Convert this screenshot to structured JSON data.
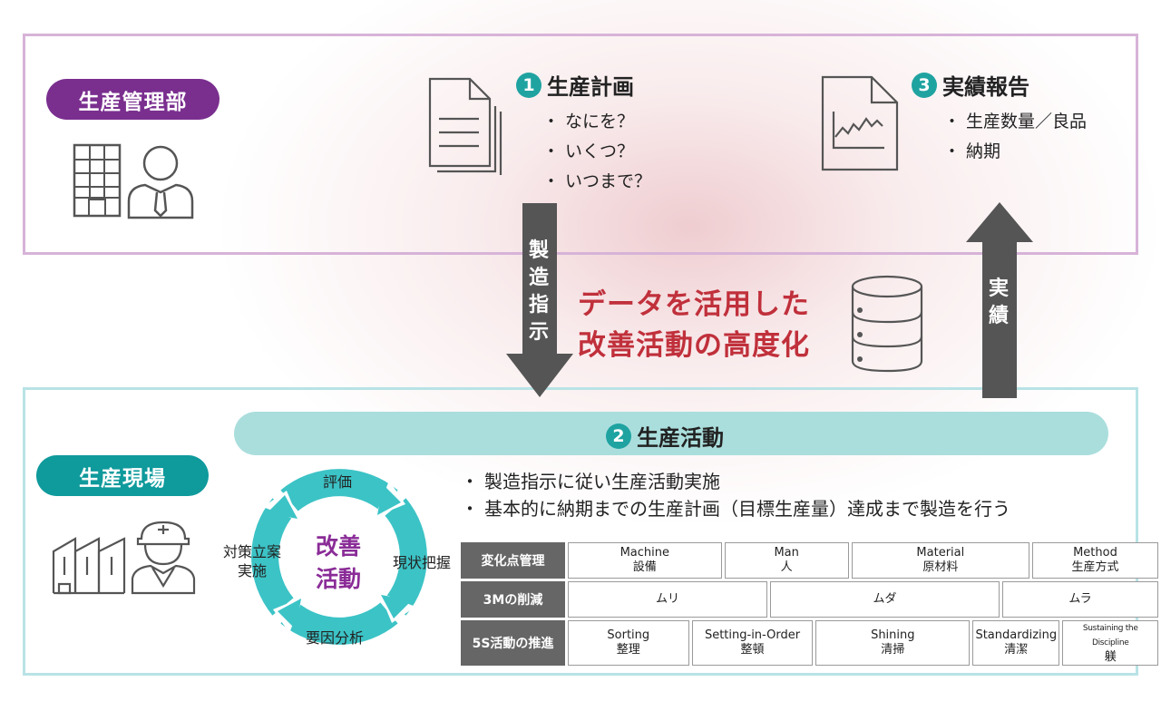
{
  "departments": {
    "management": "生産管理部",
    "site": "生産現場"
  },
  "plan": {
    "number": "1",
    "title": "生産計画",
    "bullets": [
      "なにを？",
      "いくつ？",
      "いつまで？"
    ]
  },
  "report": {
    "number": "3",
    "title": "実績報告",
    "bullets": [
      "生産数量／良品",
      "納期"
    ]
  },
  "arrows": {
    "down_label": "製造指示",
    "up_label": "実績"
  },
  "center_message": [
    "データを活用した",
    "改善活動の高度化"
  ],
  "activity": {
    "number": "2",
    "title": "生産活動",
    "bullets": [
      "製造指示に従い生産活動実施",
      "基本的に納期までの生産計画（目標生産量）達成まで製造を行う"
    ]
  },
  "cycle": {
    "center": [
      "改善",
      "活動"
    ],
    "top": "評価",
    "right": "現状把握",
    "bottom": "要因分析",
    "left": [
      "対策立案",
      "実施"
    ]
  },
  "grid": {
    "rows": [
      {
        "head": "変化点管理",
        "cells": [
          {
            "en": "Machine",
            "ja": "設備"
          },
          {
            "en": "Man",
            "ja": "人"
          },
          {
            "en": "Material",
            "ja": "原材料"
          },
          {
            "en": "Method",
            "ja": "生産方式"
          }
        ]
      },
      {
        "head": "3Mの削減",
        "cells": [
          {
            "ja": "ムリ"
          },
          {
            "ja": "ムダ"
          },
          {
            "ja": "ムラ"
          }
        ]
      },
      {
        "head": "5S活動の推進",
        "cells": [
          {
            "en": "Sorting",
            "ja": "整理"
          },
          {
            "en": "Setting-in-Order",
            "ja": "整頓"
          },
          {
            "en": "Shining",
            "ja": "清掃"
          },
          {
            "en": "Standardizing",
            "ja": "清潔"
          },
          {
            "en": "Sustaining the Discipline",
            "ja": "躾"
          }
        ]
      }
    ]
  },
  "colors": {
    "management": "#7a2f8f",
    "site": "#0f9a9c",
    "badge": "#1fa3a1",
    "arrow": "#555555",
    "message": "#c0303b",
    "cycle": "#3cc3c6"
  },
  "icons": [
    "building-icon",
    "manager-icon",
    "document-icon",
    "report-chart-icon",
    "database-icon",
    "factory-icon",
    "worker-icon"
  ]
}
